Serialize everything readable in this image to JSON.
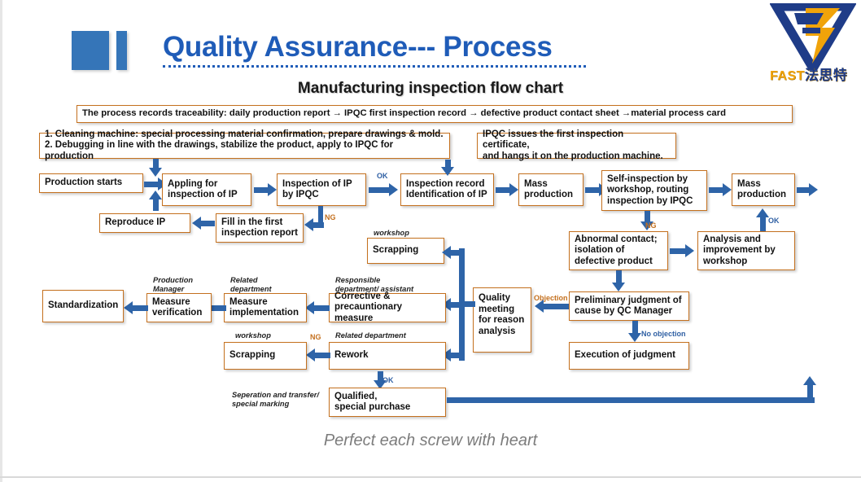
{
  "header": {
    "title": "Quality Assurance--- Process",
    "subtitle": "Manufacturing inspection flow chart",
    "accent_color": "#3575B8",
    "title_color": "#1F5CB8"
  },
  "logo": {
    "name": "fast-logo",
    "brand_en": "FAST",
    "brand_cn": "法思特",
    "blue": "#1F3C88",
    "gold": "#F0A30A"
  },
  "traceability_note": "The process records traceability: daily production report → IPQC first inspection record → defective product contact sheet →material process card",
  "notes": {
    "cleaning": "1. Cleaning machine: special processing material confirmation, prepare drawings & mold.\n2. Debugging in line with the drawings, stabilize the product, apply to IPQC for production",
    "ipqc": "IPQC issues the first inspection certificate,\nand hangs it on the production machine."
  },
  "boxes": {
    "production_starts": "Production starts",
    "appling_inspection": "Appling for\ninspection of IP",
    "inspection_ipqc": "Inspection of IP\nby IPQC",
    "inspection_record": "Inspection record\nIdentification of IP",
    "mass_production_1": "Mass\nproduction",
    "self_inspection": "Self-inspection by\nworkshop, routing\ninspection by IPQC",
    "mass_production_2": "Mass\nproduction",
    "reproduce_ip": "Reproduce IP",
    "fill_first_report": "Fill in the first\ninspection report",
    "abnormal_contact": "Abnormal contact;\nisolation of\ndefective product",
    "analysis_improvement": "Analysis and\nimprovement by\nworkshop",
    "scrapping_top": "Scrapping",
    "quality_meeting": "Quality\nmeeting\nfor reason\nanalysis",
    "preliminary_judgment": "Preliminary judgment of\ncause by QC Manager",
    "execution_judgment": "Execution of judgment",
    "standardization": "Standardization",
    "measure_verification": "Measure\nverification",
    "measure_implementation": "Measure\nimplementation",
    "corrective_measure": "Corrective &\nprecauntionary measure",
    "scrapping_bottom": "Scrapping",
    "rework": "Rework",
    "qualified": "Qualified,\nspecial purchase"
  },
  "captions": {
    "workshop_top": "workshop",
    "responsible_dept": "Responsible\ndepartment/ assistant",
    "related_dept_mid": "Related\ndepartment",
    "production_manager": "Production\nManager",
    "workshop_bottom": "workshop",
    "related_dept_rework": "Related department",
    "separation_transfer": "Seperation and transfer/\nspecial marking"
  },
  "edge_labels": {
    "ok_1": "OK",
    "ng_1": "NG",
    "ng_2": "NG",
    "ok_2": "OK",
    "objection": "Objection",
    "no_objection": "No objection",
    "ng_3": "NG",
    "ok_3": "OK"
  },
  "footer": "Perfect each screw with heart",
  "colors": {
    "box_border": "#C4701E",
    "arrow": "#2E64A8",
    "footer_text": "#7C7C7C"
  }
}
